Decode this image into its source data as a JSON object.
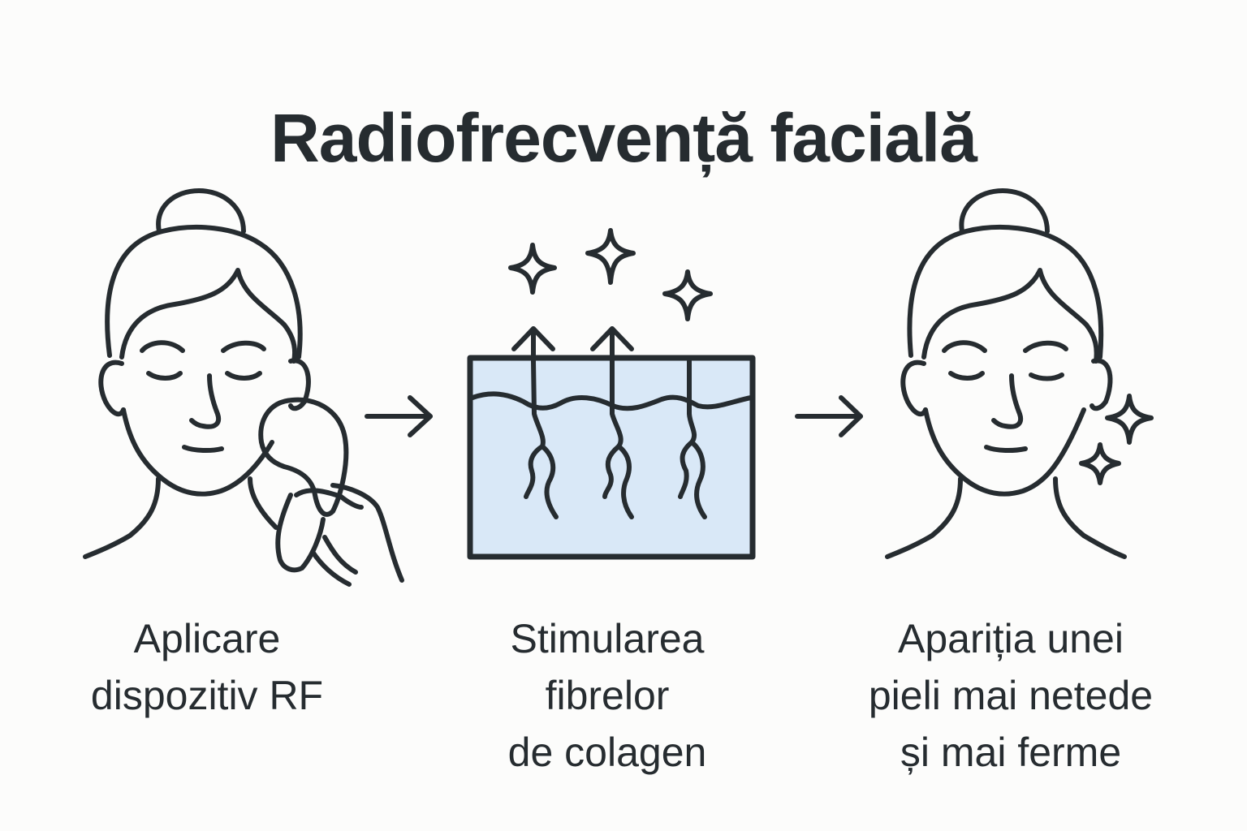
{
  "title": "Radiofrecvență facială",
  "colors": {
    "ink": "#262c30",
    "background": "#fcfcfb",
    "skin_fill": "#d9e8f7"
  },
  "steps": [
    {
      "icon": "face-with-rf-device-icon",
      "caption_lines": [
        "Aplicare",
        "dispozitiv RF"
      ]
    },
    {
      "icon": "skin-collagen-stimulation-icon",
      "caption_lines": [
        "Stimularea",
        "fibrelor",
        "de colagen"
      ]
    },
    {
      "icon": "radiant-face-icon",
      "caption_lines": [
        "Apariția unei",
        "pieli mai netede",
        "și mai ferme"
      ]
    }
  ],
  "connectors": [
    "arrow-right-icon",
    "arrow-right-icon"
  ]
}
